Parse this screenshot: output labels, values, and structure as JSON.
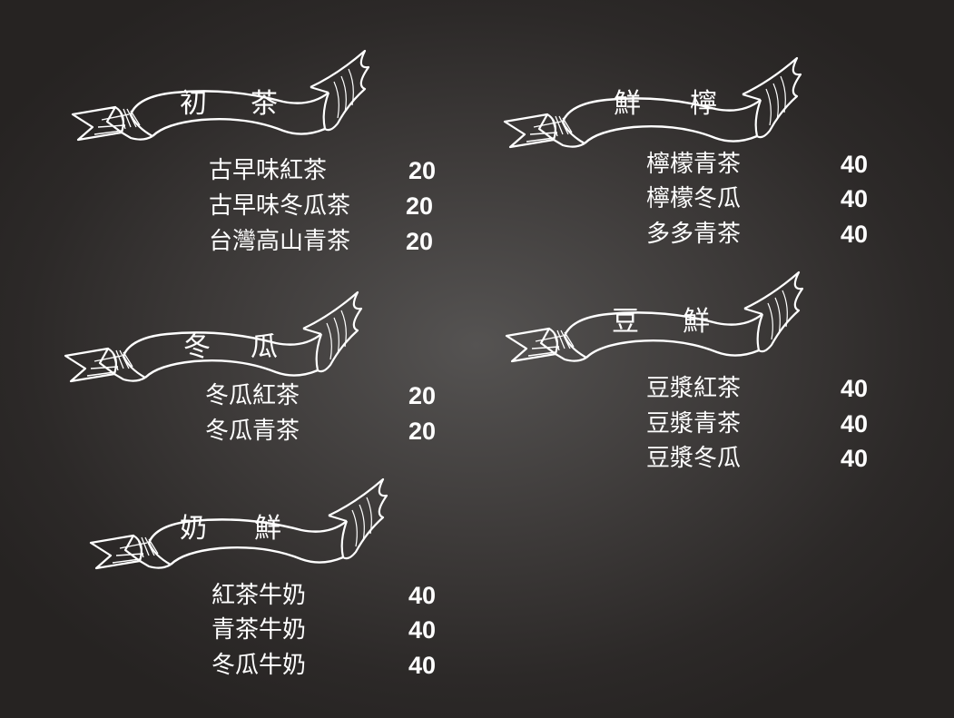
{
  "sections": [
    {
      "title": [
        "初",
        "茶"
      ],
      "items": [
        {
          "name": "古早味紅茶",
          "price": "20"
        },
        {
          "name": "古早味冬瓜茶",
          "price": "20"
        },
        {
          "name": "台灣高山青茶",
          "price": "20"
        }
      ]
    },
    {
      "title": [
        "冬",
        "瓜"
      ],
      "items": [
        {
          "name": "冬瓜紅茶",
          "price": "20"
        },
        {
          "name": "冬瓜青茶",
          "price": "20"
        }
      ]
    },
    {
      "title": [
        "奶",
        "鮮"
      ],
      "items": [
        {
          "name": "紅茶牛奶",
          "price": "40"
        },
        {
          "name": "青茶牛奶",
          "price": "40"
        },
        {
          "name": "冬瓜牛奶",
          "price": "40"
        }
      ]
    },
    {
      "title": [
        "鮮",
        "檸"
      ],
      "items": [
        {
          "name": "檸檬青茶",
          "price": "40"
        },
        {
          "name": "檸檬冬瓜",
          "price": "40"
        },
        {
          "name": "多多青茶",
          "price": "40"
        }
      ]
    },
    {
      "title": [
        "豆",
        "鮮"
      ],
      "items": [
        {
          "name": "豆漿紅茶",
          "price": "40"
        },
        {
          "name": "豆漿青茶",
          "price": "40"
        },
        {
          "name": "豆漿冬瓜",
          "price": "40"
        }
      ]
    }
  ],
  "colors": {
    "background": "#2c2928",
    "chalk": "#ffffff"
  },
  "icons": {
    "banner": "ribbon-banner-icon"
  }
}
